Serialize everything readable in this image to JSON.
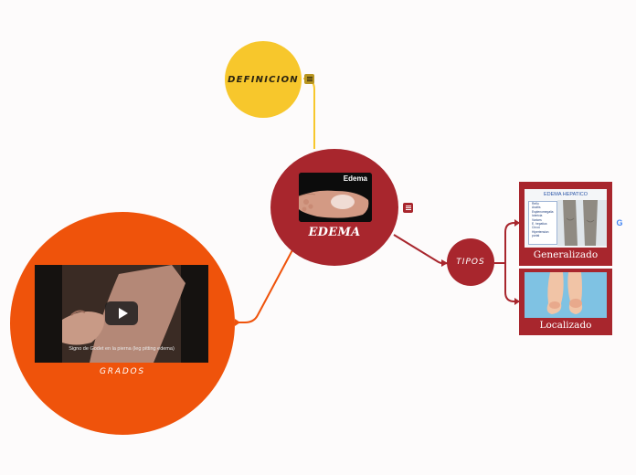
{
  "colors": {
    "definicion": "#f7c72c",
    "central": "#a8262d",
    "grados": "#ef530b",
    "link_red": "#a8262d",
    "link_orange": "#ef530b",
    "link_yellow": "#f7c72c"
  },
  "nodes": {
    "definicion": {
      "label": "DEFINICION",
      "icon": "note-icon"
    },
    "edema": {
      "title": "EDEMA",
      "image_label": "Edema",
      "icon": "note-icon"
    },
    "tipos": {
      "label": "TIPOS"
    },
    "grados": {
      "label": "GRADOS",
      "video_caption": "Signo de Godet en la pierna (leg pitting edema)",
      "icon": "play-icon"
    }
  },
  "cards": {
    "generalizado": {
      "label": "Generalizado",
      "image_title": "EDEMA HEPATICO",
      "image_list": [
        "Reflu",
        "Ascitis",
        "Esplenomegalia",
        "Ictericia",
        "Varices",
        "E. hepatica",
        "Circul.",
        "Hipertension",
        "portal"
      ]
    },
    "localizado": {
      "label": "Localizado"
    }
  },
  "side_icon": "google-icon"
}
